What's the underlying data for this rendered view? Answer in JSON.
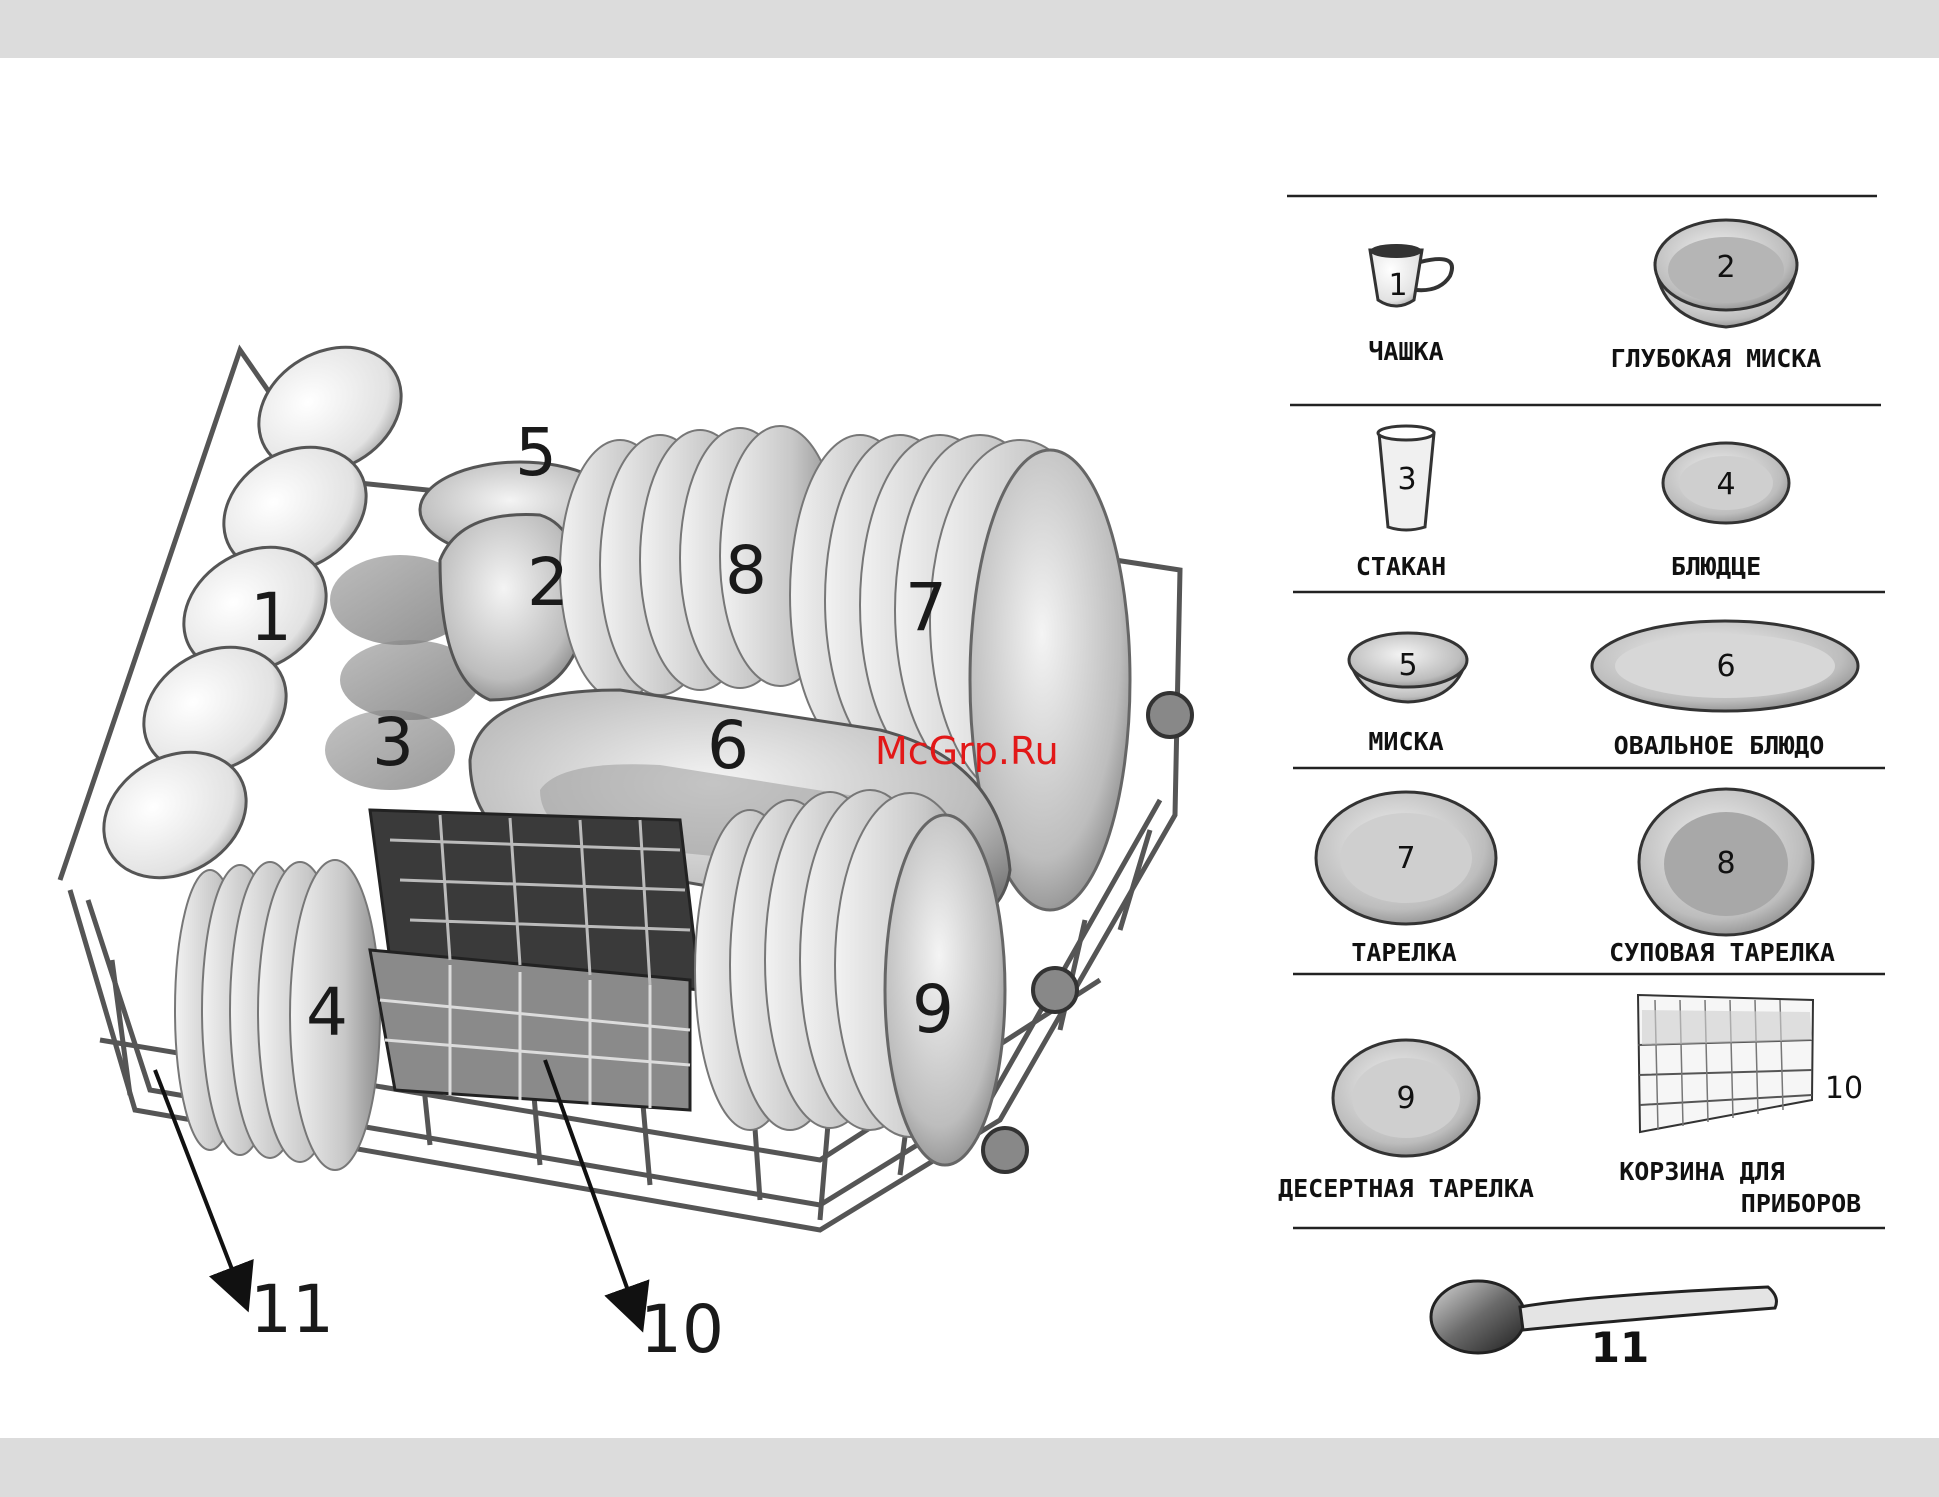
{
  "callouts": {
    "cups": "1",
    "deep_bowl": "2",
    "glasses": "3",
    "saucers": "4",
    "bowl": "5",
    "oval_platter": "6",
    "plates": "7",
    "soup_plates": "8",
    "dessert_plates": "9",
    "cutlery_basket": "10",
    "spoon": "11"
  },
  "watermark": "McGrp.Ru",
  "legend": {
    "items": [
      {
        "num": "1",
        "label": "ЧАШКА",
        "icon": "cup-icon"
      },
      {
        "num": "2",
        "label": "ГЛУБОКАЯ МИСКА",
        "icon": "deep-bowl-icon"
      },
      {
        "num": "3",
        "label": "СТАКАН",
        "icon": "glass-icon"
      },
      {
        "num": "4",
        "label": "БЛЮДЦЕ",
        "icon": "saucer-icon"
      },
      {
        "num": "5",
        "label": "МИСКА",
        "icon": "bowl-icon"
      },
      {
        "num": "6",
        "label": "ОВАЛЬНОЕ БЛЮДО",
        "icon": "oval-platter-icon"
      },
      {
        "num": "7",
        "label": "ТАРЕЛКА",
        "icon": "plate-icon"
      },
      {
        "num": "8",
        "label": "СУПОВАЯ ТАРЕЛКА",
        "icon": "soup-plate-icon"
      },
      {
        "num": "9",
        "label": "ДЕСЕРТНАЯ ТАРЕЛКА",
        "icon": "dessert-plate-icon"
      },
      {
        "num": "10",
        "label_line1": "КОРЗИНА ДЛЯ",
        "label_line2": "ПРИБОРОВ",
        "icon": "cutlery-basket-icon"
      },
      {
        "num": "11",
        "icon": "spoon-icon"
      }
    ]
  }
}
